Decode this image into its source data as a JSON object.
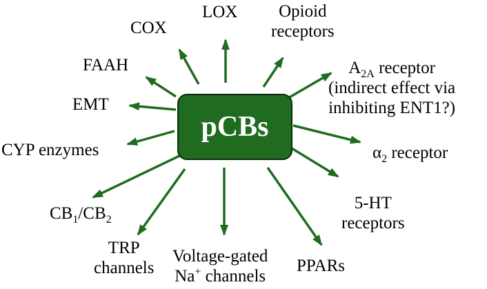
{
  "center": {
    "label": "pCBs"
  },
  "colors": {
    "accent": "#1f6b1f",
    "box_border": "#0b2b0b",
    "arrow": "#1f6b1f",
    "text": "#000000"
  },
  "targets": {
    "lox": "LOX",
    "cox": "COX",
    "opioid": {
      "line1": "Opioid",
      "line2": "receptors"
    },
    "faah": "FAAH",
    "a2a": {
      "prefix": "A",
      "sub": "2A",
      "suffix": " receptor",
      "line2": "(indirect effect via",
      "line3": "inhibiting ENT1?)"
    },
    "emt": "EMT",
    "cyp": "CYP enzymes",
    "alpha2": {
      "symbol": "α",
      "sub": "2",
      "suffix": " receptor"
    },
    "ht5": {
      "line1": "5-HT",
      "line2": "receptors"
    },
    "cb": {
      "a": "CB",
      "sub1": "1",
      "slash": "/CB",
      "sub2": "2"
    },
    "trp": {
      "line1": "TRP",
      "line2": "channels"
    },
    "vg": {
      "line1": "Voltage-gated",
      "na": "Na",
      "sup": "+",
      "suffix": " channels"
    },
    "ppars": "PPARs"
  }
}
